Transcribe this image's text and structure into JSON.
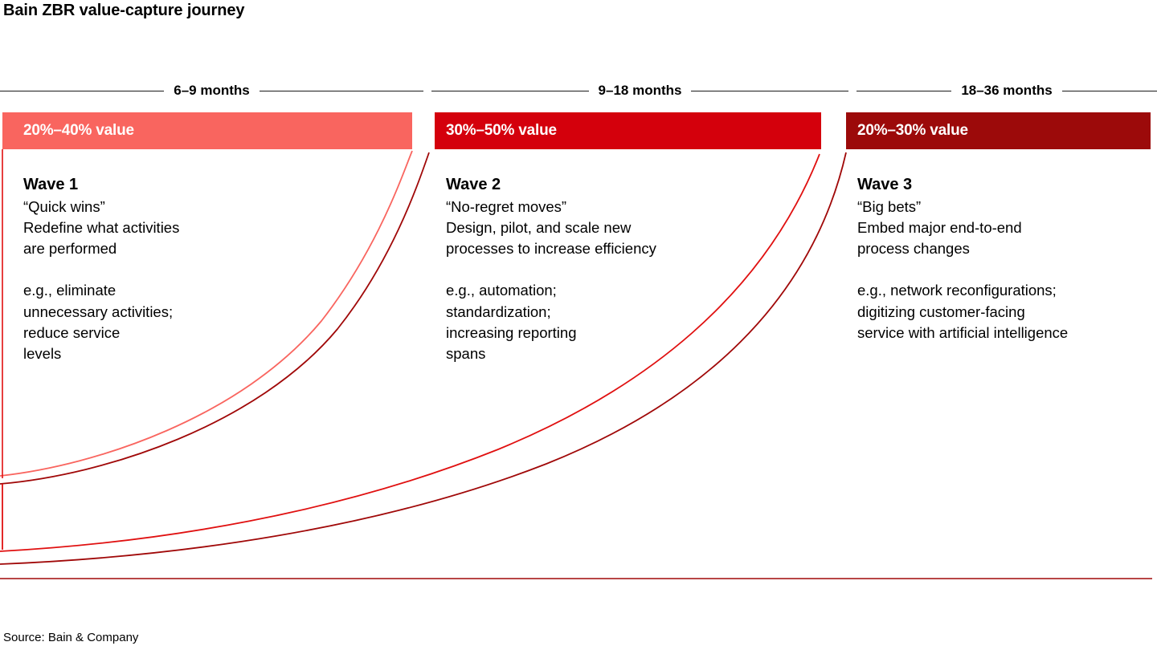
{
  "title": "Bain ZBR value-capture journey",
  "source": "Source: Bain & Company",
  "colors": {
    "wave1": "#F9655F",
    "wave2": "#D4000C",
    "wave3": "#9C0A0A",
    "curve_light": "#F9655F",
    "curve_mid": "#E01010",
    "curve_dark": "#A00808",
    "rule": "#1a1a1a"
  },
  "timeline": [
    {
      "label": "6–9 months"
    },
    {
      "label": "9–18 months"
    },
    {
      "label": "18–36 months"
    }
  ],
  "waves": [
    {
      "value_label": "20%–40% value",
      "name": "Wave 1",
      "tagline": "“Quick wins”",
      "description": [
        "Redefine what activities",
        "are performed"
      ],
      "example": [
        "e.g., eliminate",
        "unnecessary activities;",
        "reduce service",
        "levels"
      ]
    },
    {
      "value_label": "30%–50% value",
      "name": "Wave 2",
      "tagline": "“No-regret moves”",
      "description": [
        "Design, pilot, and scale new",
        "processes to increase efficiency"
      ],
      "example": [
        "e.g., automation;",
        "standardization;",
        "increasing reporting",
        "spans"
      ]
    },
    {
      "value_label": "20%–30% value",
      "name": "Wave 3",
      "tagline": "“Big bets”",
      "description": [
        "Embed major end-to-end",
        "process changes"
      ],
      "example": [
        "e.g., network reconfigurations;",
        "digitizing customer-facing",
        "service with artificial intelligence"
      ]
    }
  ]
}
